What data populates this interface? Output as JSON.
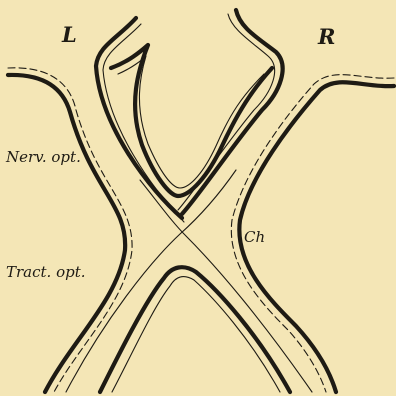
{
  "labels": {
    "left": "L",
    "right": "R",
    "nerve": "Nerv. opt.",
    "tract": "Tract. opt.",
    "chiasm": "Ch"
  },
  "colors": {
    "paper": "#f4e6b6",
    "ink": "#1e1b14"
  }
}
